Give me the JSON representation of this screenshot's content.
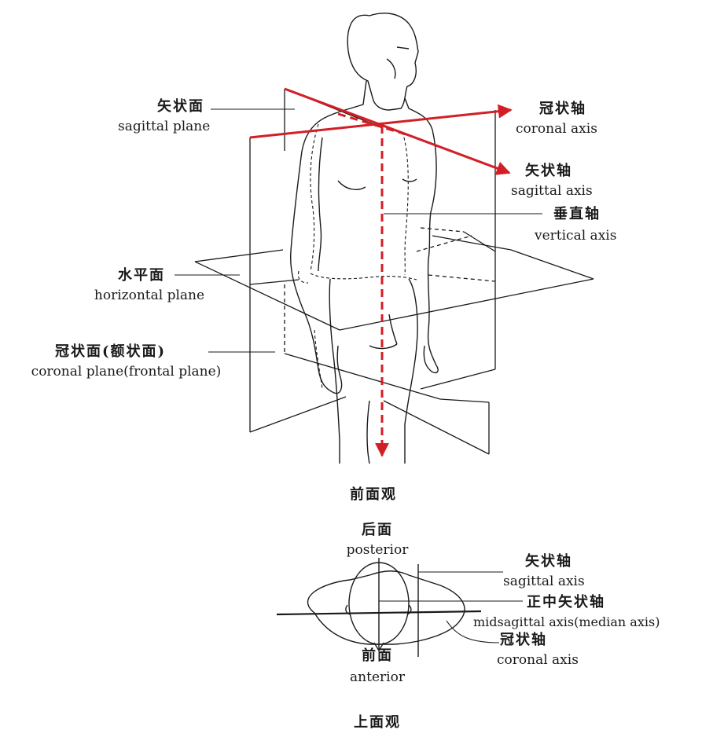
{
  "colors": {
    "axis_red": "#d21f26",
    "line": "#1a1a1a",
    "background": "#ffffff"
  },
  "front_view": {
    "caption": "前面观",
    "labels": {
      "sagittal_plane_zh": "矢状面",
      "sagittal_plane_en": "sagittal plane",
      "coronal_axis_zh": "冠状轴",
      "coronal_axis_en": "coronal axis",
      "sagittal_axis_zh": "矢状轴",
      "sagittal_axis_en": "sagittal axis",
      "vertical_axis_zh": "垂直轴",
      "vertical_axis_en": "vertical axis",
      "horizontal_plane_zh": "水平面",
      "horizontal_plane_en": "horizontal plane",
      "coronal_plane_zh": "冠状面(额状面)",
      "coronal_plane_en": "coronal plane(frontal plane)"
    }
  },
  "top_view": {
    "caption": "上面观",
    "posterior_zh": "后面",
    "posterior_en": "posterior",
    "anterior_zh": "前面",
    "anterior_en": "anterior",
    "labels": {
      "sagittal_axis_zh": "矢状轴",
      "sagittal_axis_en": "sagittal axis",
      "midsagittal_axis_zh": "正中矢状轴",
      "midsagittal_axis_en": "midsagittal axis(median axis)",
      "coronal_axis_zh": "冠状轴",
      "coronal_axis_en": "coronal axis"
    }
  }
}
